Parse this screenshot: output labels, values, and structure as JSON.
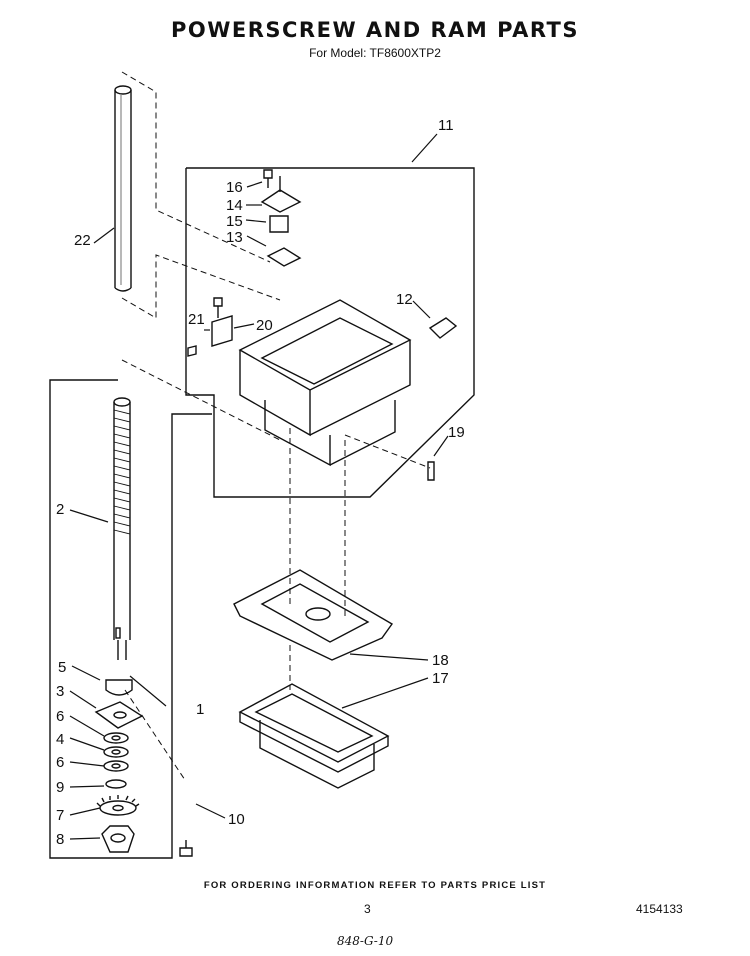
{
  "header": {
    "title": "POWERSCREW AND RAM PARTS",
    "model": "For Model: TF8600XTP2"
  },
  "parts": [
    {
      "key": "p1",
      "num": "1"
    },
    {
      "key": "p2",
      "num": "2"
    },
    {
      "key": "p3",
      "num": "3"
    },
    {
      "key": "p4",
      "num": "4"
    },
    {
      "key": "p5",
      "num": "5"
    },
    {
      "key": "p6a",
      "num": "6"
    },
    {
      "key": "p6b",
      "num": "6"
    },
    {
      "key": "p7",
      "num": "7"
    },
    {
      "key": "p8",
      "num": "8"
    },
    {
      "key": "p9",
      "num": "9"
    },
    {
      "key": "p10",
      "num": "10"
    },
    {
      "key": "p11",
      "num": "11"
    },
    {
      "key": "p12",
      "num": "12"
    },
    {
      "key": "p13",
      "num": "13"
    },
    {
      "key": "p14",
      "num": "14"
    },
    {
      "key": "p15",
      "num": "15"
    },
    {
      "key": "p16",
      "num": "16"
    },
    {
      "key": "p17",
      "num": "17"
    },
    {
      "key": "p18",
      "num": "18"
    },
    {
      "key": "p19",
      "num": "19"
    },
    {
      "key": "p20",
      "num": "20"
    },
    {
      "key": "p21",
      "num": "21"
    },
    {
      "key": "p22",
      "num": "22"
    }
  ],
  "footer": {
    "ordering_note": "FOR ORDERING INFORMATION REFER TO PARTS PRICE LIST",
    "page_number": "3",
    "document_number": "4154133",
    "handwritten_note": "848-G-10"
  }
}
